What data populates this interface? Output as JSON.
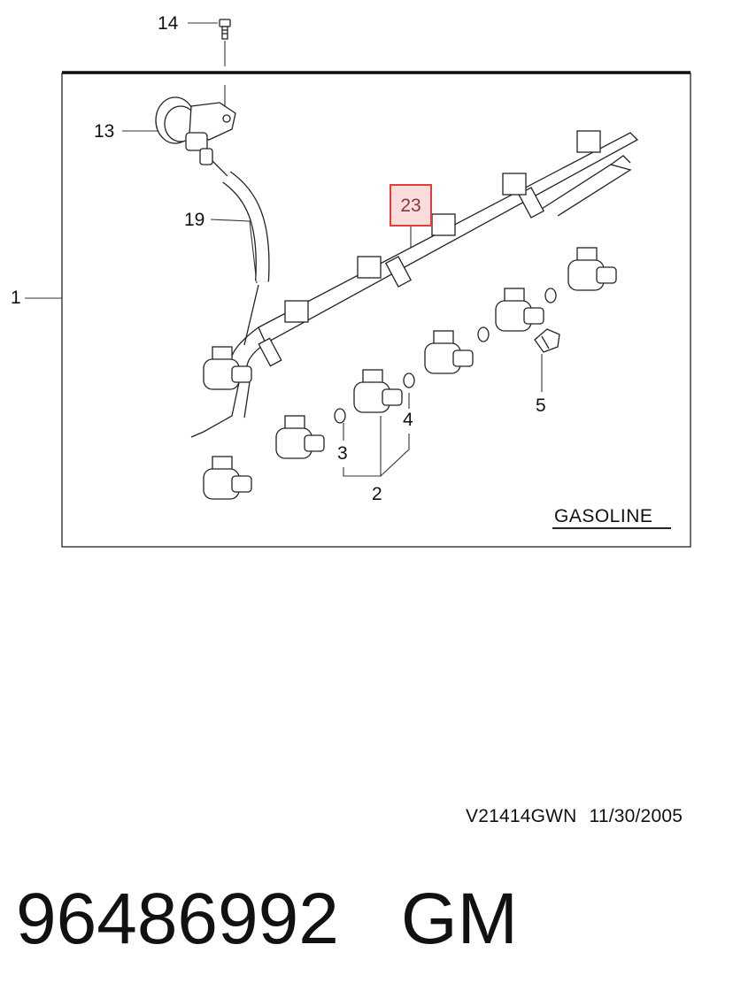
{
  "callouts": {
    "c14": "14",
    "c13": "13",
    "c19": "19",
    "c1": "1",
    "c23": "23",
    "c3": "3",
    "c4": "4",
    "c2": "2",
    "c5": "5"
  },
  "fuel_type": "GASOLINE",
  "diagram_code": "V21414GWN",
  "diagram_date": "11/30/2005",
  "part_number": "96486992",
  "brand": "GM",
  "colors": {
    "highlight": "#e63b3b",
    "line": "#222222"
  }
}
